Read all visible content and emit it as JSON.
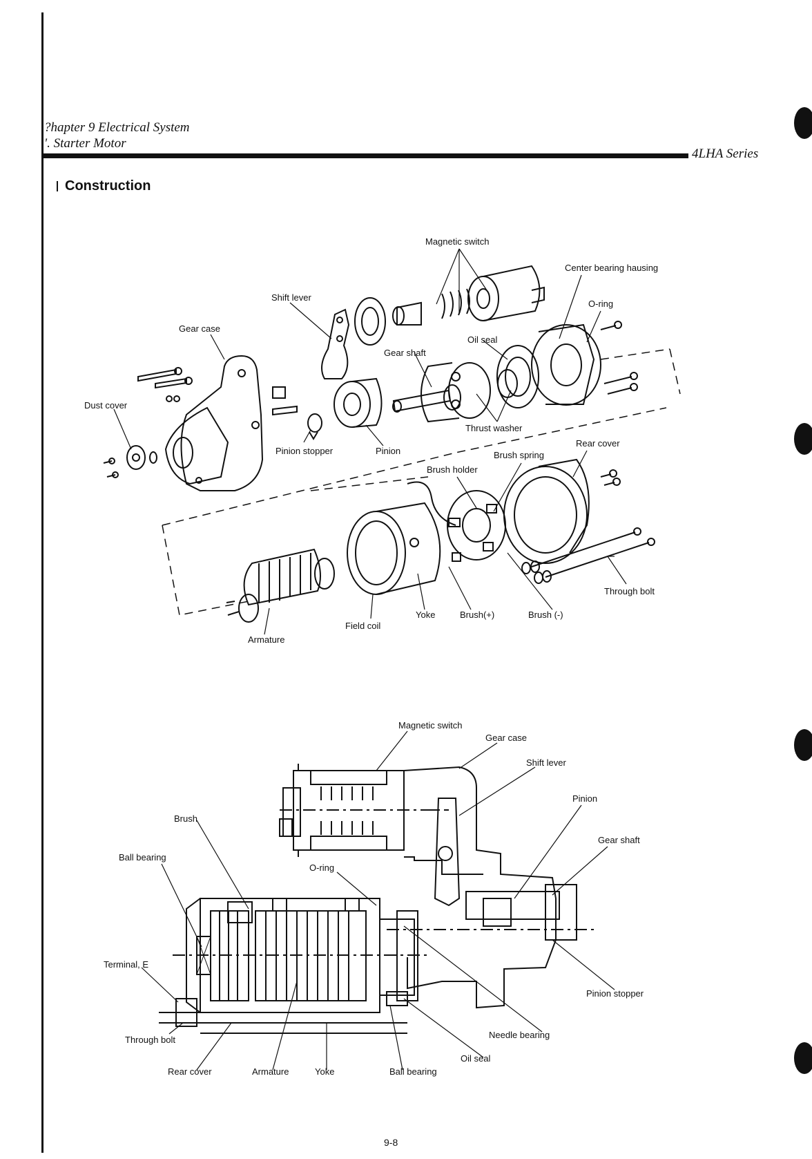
{
  "header": {
    "chapter": "?hapter 9 Electrical System",
    "section": "'. Starter Motor",
    "series": "4LHA Series"
  },
  "section_title": "Construction",
  "page_number": "9-8",
  "exploded_view": {
    "labels": {
      "magnetic_switch": "Magnetic switch",
      "center_bearing_housing": "Center bearing hausing",
      "o_ring": "O-ring",
      "shift_lever": "Shift lever",
      "gear_case": "Gear case",
      "oil_seal": "Oil seal",
      "gear_shaft": "Gear shaft",
      "dust_cover": "Dust cover",
      "thrust_washer": "Thrust washer",
      "pinion_stopper": "Pinion stopper",
      "pinion": "Pinion",
      "rear_cover": "Rear cover",
      "brush_spring": "Brush spring",
      "brush_holder": "Brush holder",
      "through_bolt": "Through bolt",
      "yoke": "Yoke",
      "brush_plus": "Brush(+)",
      "brush_minus": "Brush (-)",
      "field_coil": "Field coil",
      "armature": "Armature"
    }
  },
  "sectional_view": {
    "labels": {
      "magnetic_switch": "Magnetic switch",
      "gear_case": "Gear case",
      "shift_lever": "Shift lever",
      "pinion": "Pinion",
      "brush": "Brush",
      "gear_shaft": "Gear shaft",
      "ball_bearing_top": "Ball bearing",
      "o_ring": "O-ring",
      "terminal_e": "Terminal, E",
      "pinion_stopper": "Pinion stopper",
      "needle_bearing": "Needle bearing",
      "through_bolt": "Through bolt",
      "oil_seal": "Oil seal",
      "rear_cover": "Rear cover",
      "armature": "Armature",
      "yoke": "Yoke",
      "ball_bearing_bottom": "Ball bearing"
    }
  }
}
